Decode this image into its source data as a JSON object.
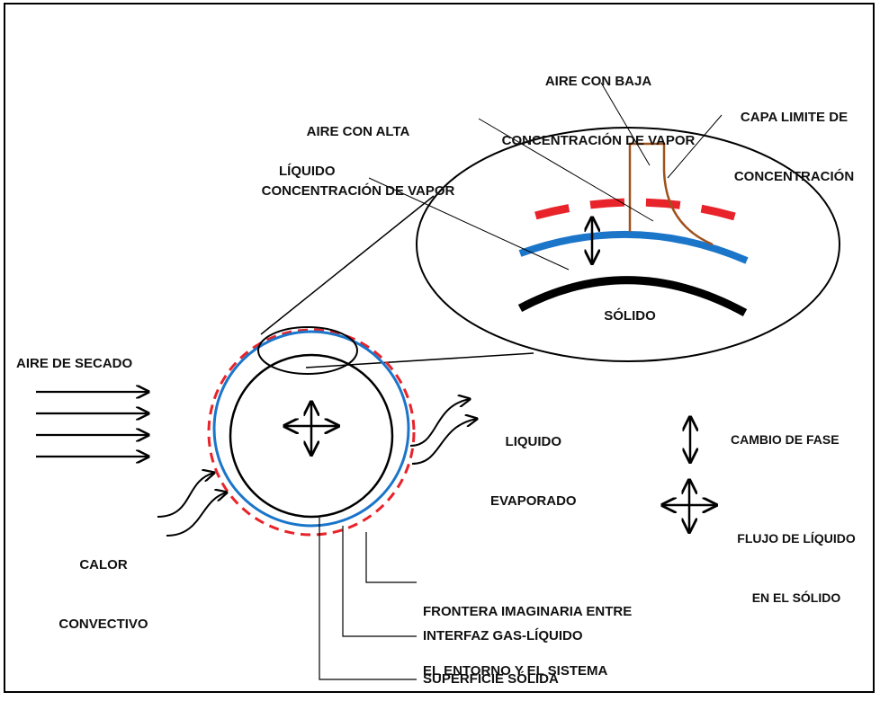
{
  "labels": {
    "aire_baja_line1": "AIRE CON BAJA",
    "aire_baja_line2": "CONCENTRACIÓN DE VAPOR",
    "capa_limite_line1": "CAPA LIMITE DE",
    "capa_limite_line2": "CONCENTRACIÓN",
    "aire_alta_line1": "AIRE CON ALTA",
    "aire_alta_line2": "CONCENTRACIÓN DE VAPOR",
    "liquido": "LÍQUIDO",
    "solido": "SÓLIDO",
    "aire_secado": "AIRE DE SECADO",
    "liquido_evaporado_line1": "LIQUIDO",
    "liquido_evaporado_line2": "EVAPORADO",
    "cambio_fase": "CAMBIO DE FASE",
    "flujo_liquido_line1": "FLUJO DE LÍQUIDO",
    "flujo_liquido_line2": "EN EL SÓLIDO",
    "calor_line1": "CALOR",
    "calor_line2": "CONVECTIVO",
    "frontera_line1": "FRONTERA IMAGINARIA ENTRE",
    "frontera_line2": "EL ENTORNO Y EL SISTEMA",
    "interfaz": "INTERFAZ GAS-LÍQUIDO",
    "superficie": "SUPERFICIE SÓLIDA"
  },
  "colors": {
    "boundary_dashed": "#e8232a",
    "interface": "#1b75c9",
    "solid": "#000000",
    "concentration_profile": "#a0521c"
  }
}
